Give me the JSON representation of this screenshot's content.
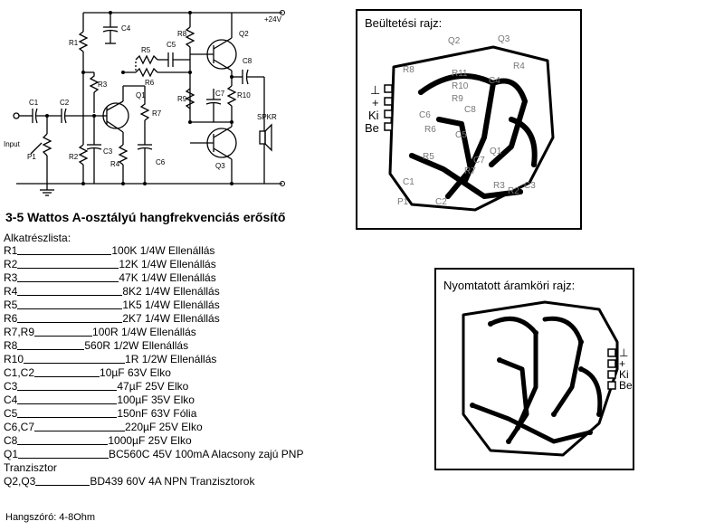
{
  "title": "3-5 Wattos A-osztályú hangfrekvenciás erősítő",
  "schematic": {
    "supply": "+24V",
    "input": "Input",
    "speaker": "SPKR",
    "labels": [
      "R1",
      "R2",
      "R3",
      "R4",
      "R5",
      "R6",
      "R7",
      "R8",
      "R9",
      "R10",
      "C1",
      "C2",
      "C3",
      "C4",
      "C5",
      "C6",
      "C7",
      "C8",
      "Q1",
      "Q2",
      "Q3",
      "P1"
    ]
  },
  "parts_heading": "Alkatrészlista:",
  "parts": [
    {
      "ref": "R1",
      "desc": "100K 1/4W Ellenállás"
    },
    {
      "ref": "R2",
      "desc": "12K 1/4W Ellenállás"
    },
    {
      "ref": "R3",
      "desc": "47K 1/4W Ellenállás"
    },
    {
      "ref": "R4",
      "desc": "8K2 1/4W Ellenállás"
    },
    {
      "ref": "R5",
      "desc": "1K5 1/4W Ellenállás"
    },
    {
      "ref": "R6",
      "desc": "2K7 1/4W Ellenállás"
    },
    {
      "ref": "R7,R9",
      "desc": "100R 1/4W Ellenállás"
    },
    {
      "ref": "R8",
      "desc": "560R 1/2W Ellenállás"
    },
    {
      "ref": "R10",
      "desc": "1R 1/2W Ellenállás"
    },
    {
      "ref": "C1,C2",
      "desc": "10µF 63V Elko"
    },
    {
      "ref": "C3",
      "desc": "47µF 25V Elko"
    },
    {
      "ref": "C4",
      "desc": "100µF 35V Elko"
    },
    {
      "ref": "C5",
      "desc": "150nF 63V Fólia"
    },
    {
      "ref": "C6,C7",
      "desc": "220µF 25V Elko"
    },
    {
      "ref": "C8",
      "desc": "1000µF 25V Elko"
    },
    {
      "ref": "Q1",
      "desc": "BC560C 45V 100mA Alacsony zajú PNP"
    },
    {
      "ref": "Tranzisztor",
      "desc": ""
    },
    {
      "ref": "Q2,Q3",
      "desc": "BD439 60V 4A NPN Tranzisztorok"
    }
  ],
  "footer_note": "Hangszóró: 4-8Ohm",
  "layout_board": {
    "title": "Beültetési rajz:",
    "connectors": [
      "⊥",
      "+",
      "Ki",
      "Be"
    ],
    "labels": [
      "R8",
      "Q2",
      "Q3",
      "R4",
      "R11",
      "R10",
      "C4",
      "R9",
      "C8",
      "C6",
      "C5",
      "R6",
      "R5",
      "Q1",
      "C7",
      "R7",
      "R3",
      "R2",
      "C1",
      "P1",
      "C2",
      "C3"
    ]
  },
  "pcb_board": {
    "title": "Nyomtatott áramköri rajz:",
    "connectors": [
      "⊥",
      "+",
      "Ki",
      "Be"
    ]
  }
}
